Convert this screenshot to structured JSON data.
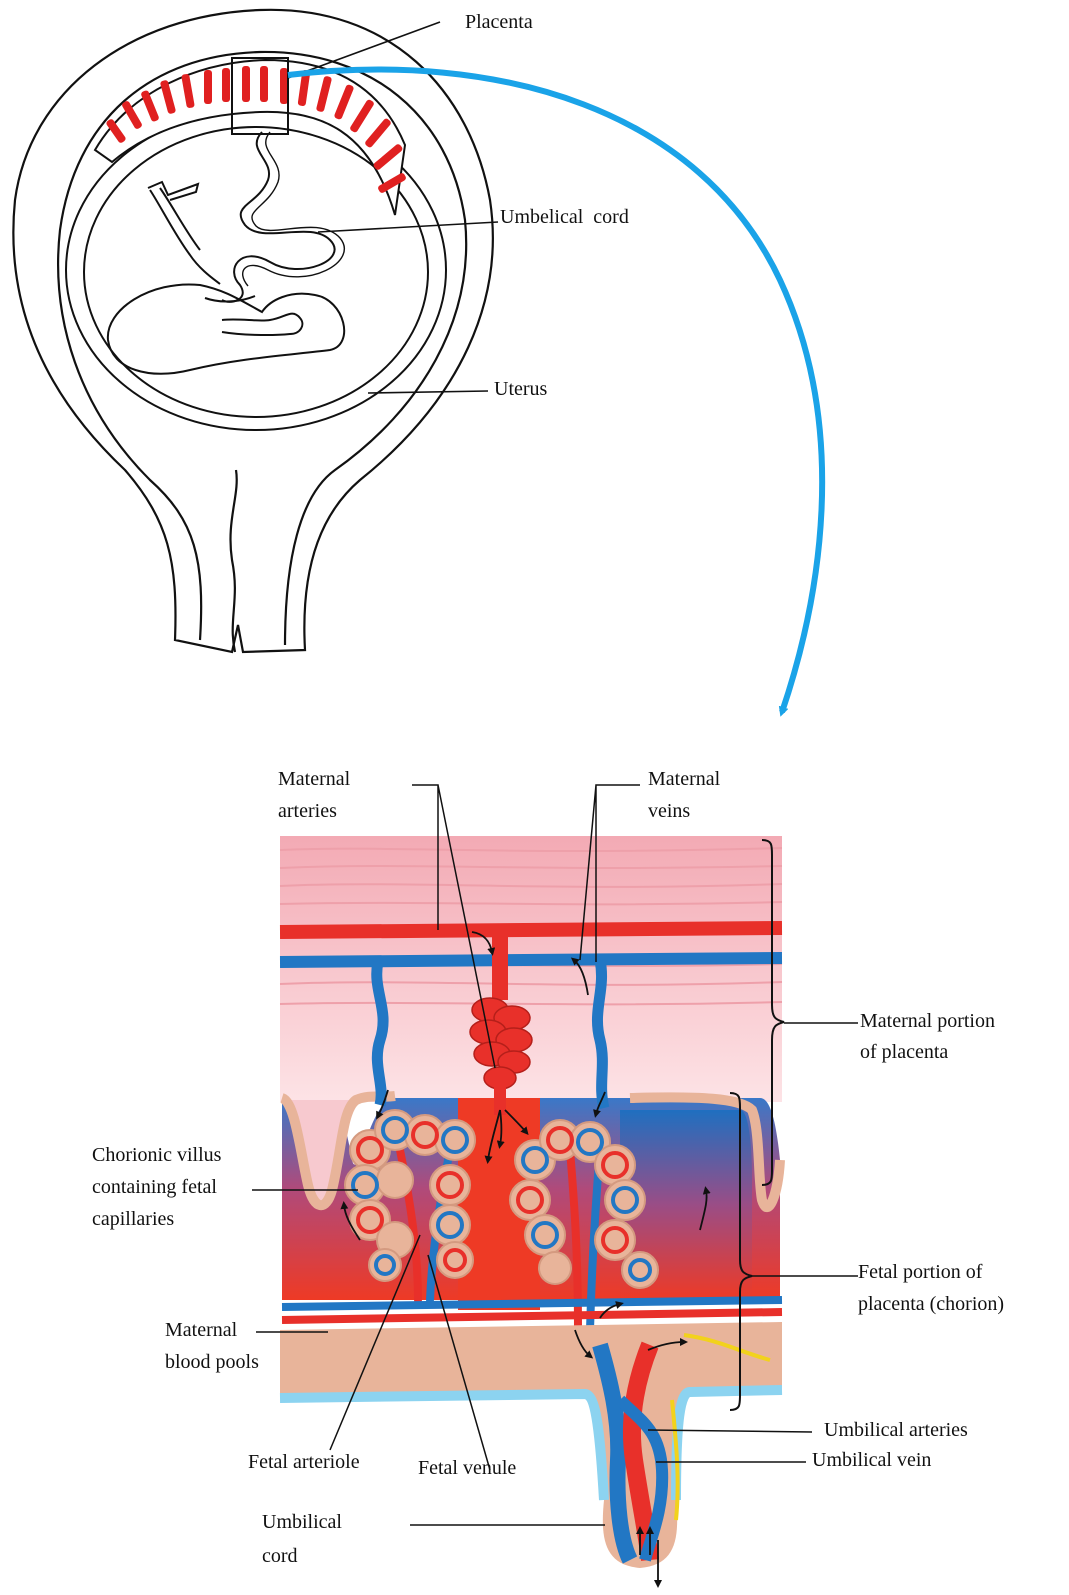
{
  "upper_diagram": {
    "labels": {
      "placenta": "Placenta",
      "umbilical_cord": "Umbelical  cord",
      "uterus": "Uterus"
    },
    "placenta_color": "#e02020",
    "connector_arrow_color": "#1aa3e8"
  },
  "lower_diagram": {
    "labels": {
      "maternal_arteries": [
        "Maternal",
        "arteries"
      ],
      "maternal_veins": [
        "Maternal",
        "veins"
      ],
      "maternal_portion": [
        "Maternal portion",
        "of placenta"
      ],
      "fetal_portion": [
        "Fetal portion of",
        "placenta (chorion)"
      ],
      "chorionic_villus": [
        "Chorionic villus",
        "containing fetal",
        "capillaries"
      ],
      "maternal_blood_pools": [
        "Maternal",
        "blood pools"
      ],
      "fetal_arteriole": "Fetal arteriole",
      "fetal_venule": "Fetal venule",
      "umbilical_arteries": "Umbilical arteries",
      "umbilical_vein": "Umbilical vein",
      "umbilical_cord": [
        "Umbilical",
        "cord"
      ]
    },
    "colors": {
      "artery": "#e8302a",
      "vein": "#2277c4",
      "tissue": "#e8b49a",
      "maternal_layer": "#f7c9cf",
      "fluid": "#8cd3f0",
      "nerve": "#f2d21c"
    }
  }
}
